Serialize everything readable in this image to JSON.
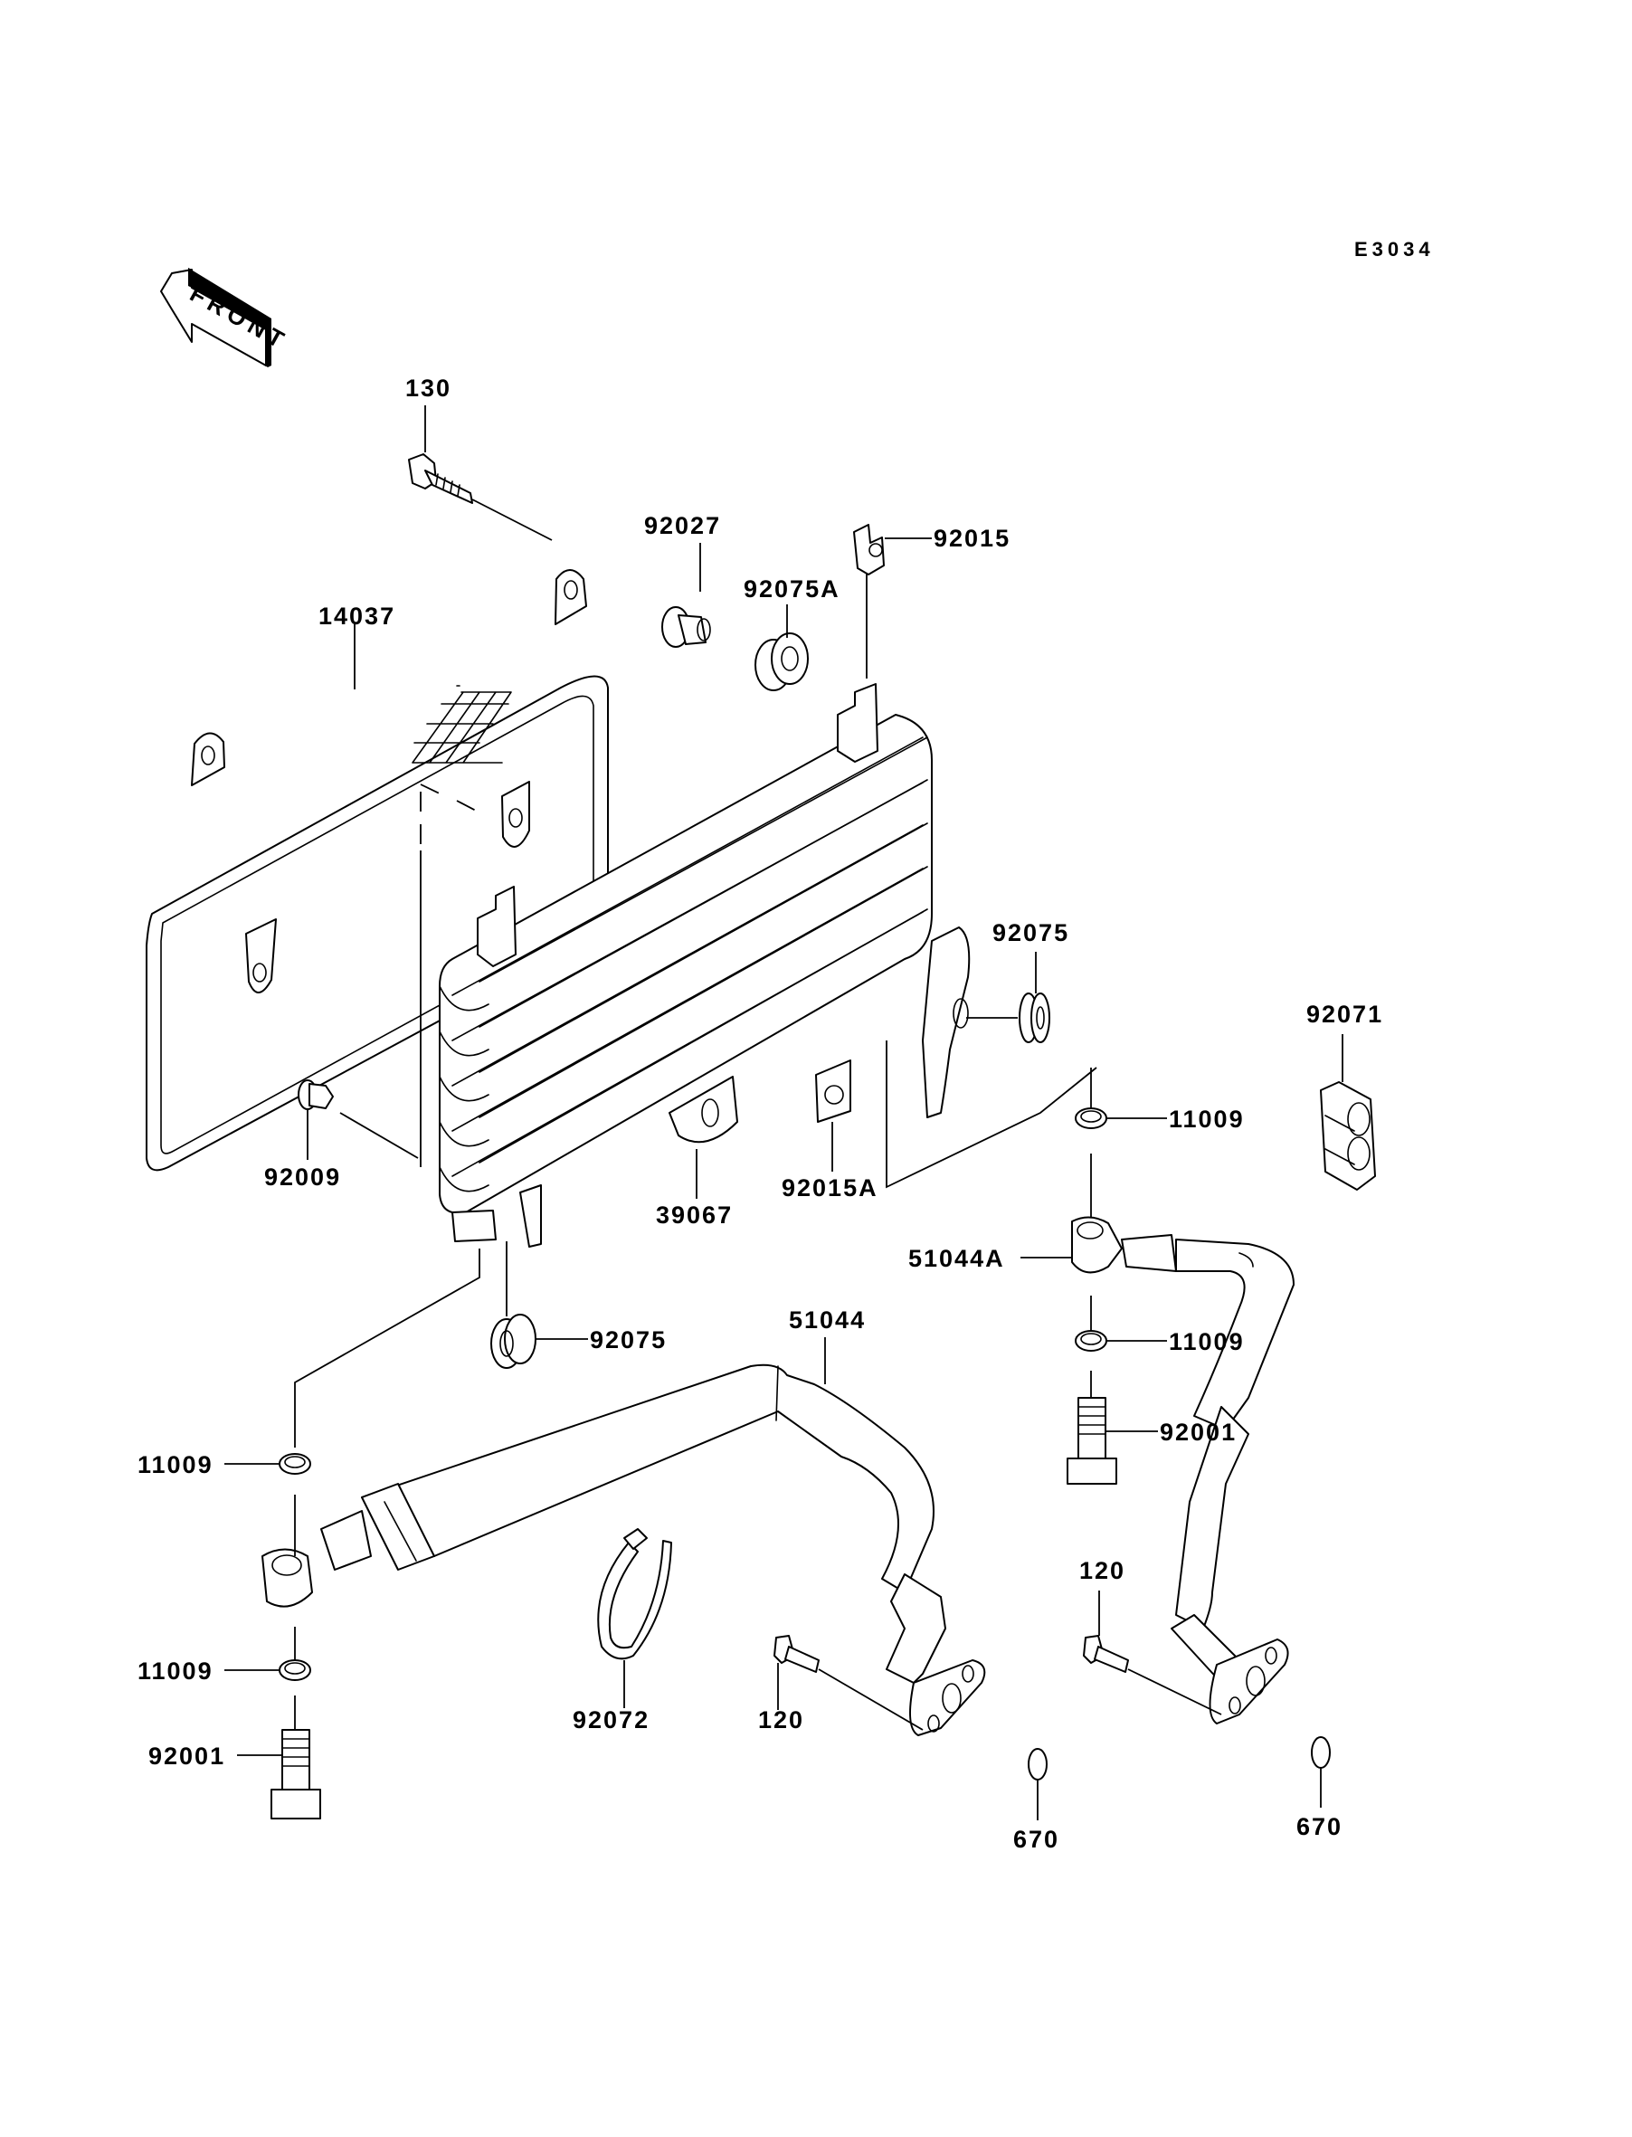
{
  "diagram": {
    "reference_code": "E3034",
    "orientation_indicator": "FRONT",
    "colors": {
      "line": "#000000",
      "background": "#ffffff"
    },
    "part_labels": {
      "bolt_top": "130",
      "oil_cooler_guard": "14037",
      "collar": "92027",
      "nut_clip_top": "92015",
      "grommet_a": "92075A",
      "grommet_upper": "92075",
      "clamp_double": "92071",
      "gasket_right_upper": "11009",
      "rivet": "92009",
      "oil_cooler": "39067",
      "nut_clip_a": "92015A",
      "oil_hose_a": "51044A",
      "grommet_lower": "92075",
      "oil_hose": "51044",
      "gasket_right_lower": "11009",
      "gasket_left_upper": "11009",
      "banjo_bolt_right": "92001",
      "bolt_right": "120",
      "gasket_left_lower": "11009",
      "banjo_bolt_left": "92001",
      "band": "92072",
      "bolt_left": "120",
      "o_ring_left": "670",
      "o_ring_right": "670"
    }
  }
}
